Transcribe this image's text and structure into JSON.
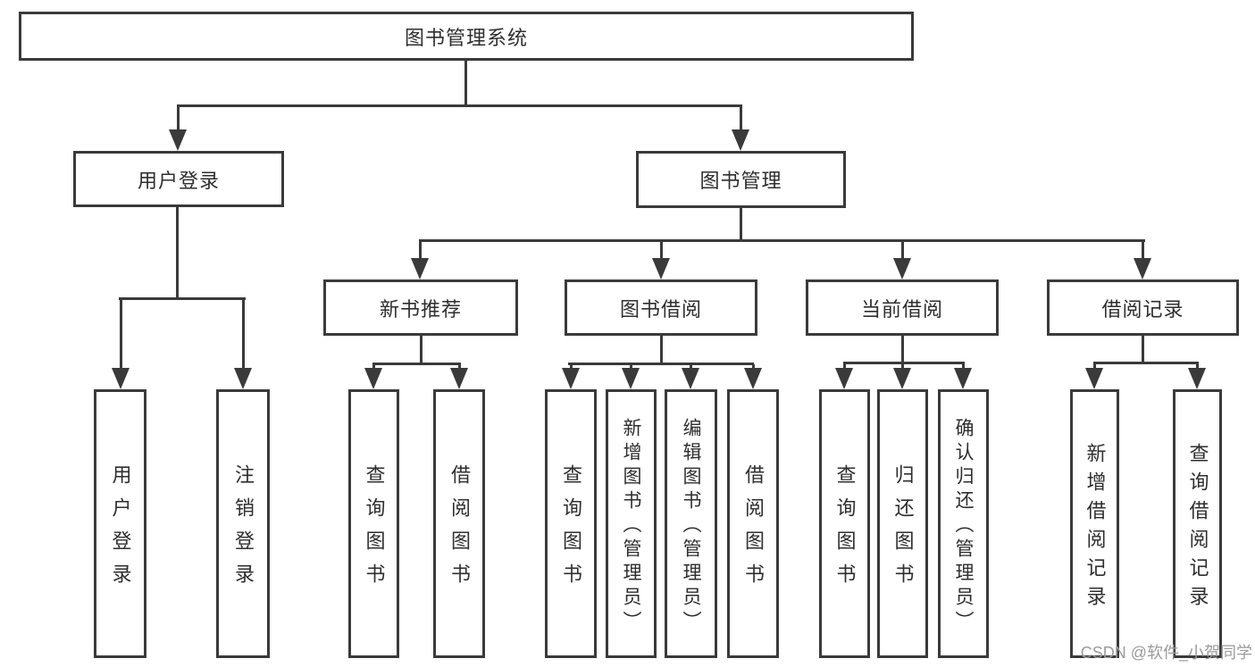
{
  "diagram": {
    "title": "图书管理系统",
    "branches": [
      {
        "label": "用户登录",
        "children": [
          "用户登录",
          "注销登录"
        ]
      },
      {
        "label": "图书管理",
        "children": [
          {
            "label": "新书推荐",
            "children": [
              "查询图书",
              "借阅图书"
            ]
          },
          {
            "label": "图书借阅",
            "children": [
              "查询图书",
              "新增图书（管理员）",
              "编辑图书（管理员）",
              "借阅图书"
            ]
          },
          {
            "label": "当前借阅",
            "children": [
              "查询图书",
              "归还图书",
              "确认归还（管理员）"
            ]
          },
          {
            "label": "借阅记录",
            "children": [
              "新增借阅记录",
              "查询借阅记录"
            ]
          }
        ]
      }
    ]
  },
  "watermark": {
    "text": "CSDN @软件_小贺同学"
  },
  "colors": {
    "line": "#3a3a3a",
    "text": "#2e2e2e",
    "watermark": "#9b9b9b",
    "background": "#ffffff"
  }
}
